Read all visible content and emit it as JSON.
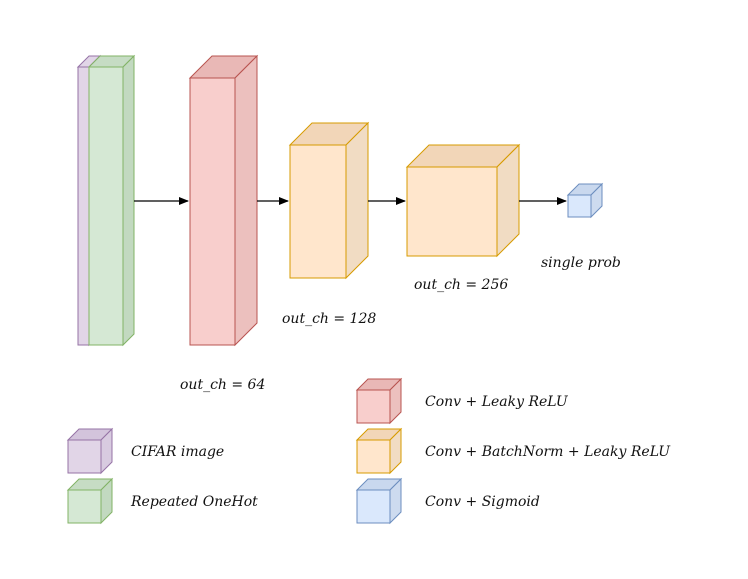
{
  "colors": {
    "purple_fill": "#e1d5e7",
    "purple_stroke": "#9673a6",
    "green_fill": "#d5e8d4",
    "green_stroke": "#82b366",
    "red_fill": "#f8cecc",
    "red_stroke": "#b85450",
    "orange_fill": "#ffe6cc",
    "orange_stroke": "#d79b00",
    "blue_fill": "#dae8fc",
    "blue_stroke": "#6c8ebf"
  },
  "layers": {
    "input_label": "",
    "conv1_label": "out_ch = 64",
    "conv2_label": "out_ch = 128",
    "conv3_label": "out_ch = 256",
    "output_label": "single prob"
  },
  "legend": {
    "cifar_image": "CIFAR image",
    "repeated_onehot": "Repeated OneHot",
    "conv_leaky": "Conv + Leaky ReLU",
    "conv_bn_leaky": "Conv + BatchNorm + Leaky ReLU",
    "conv_sigmoid": "Conv + Sigmoid"
  }
}
